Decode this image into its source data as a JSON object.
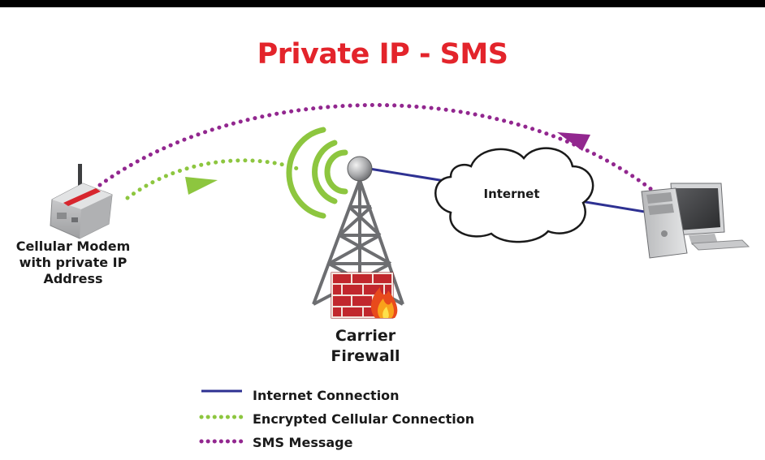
{
  "title": "Private IP - SMS",
  "nodes": {
    "modem": {
      "label_lines": [
        "Cellular Modem",
        "with private IP",
        "Address"
      ]
    },
    "tower": {
      "label_lines": [
        "Carrier",
        "Firewall"
      ]
    },
    "cloud": {
      "label": "Internet"
    },
    "computer": {}
  },
  "legend": [
    {
      "label": "Internet Connection",
      "style": "solid",
      "color": "#2e3192"
    },
    {
      "label": "Encrypted Cellular Connection",
      "style": "dotted",
      "color": "#8dc63f"
    },
    {
      "label": "SMS Message",
      "style": "dotted",
      "color": "#92278f"
    }
  ],
  "colors": {
    "title": "#e3242b",
    "internet_line": "#2e3192",
    "encrypted_line": "#8dc63f",
    "sms_line": "#92278f",
    "signal_waves": "#8dc63f",
    "firewall_brick": "#c1272d",
    "tower": "#6d6e71"
  }
}
